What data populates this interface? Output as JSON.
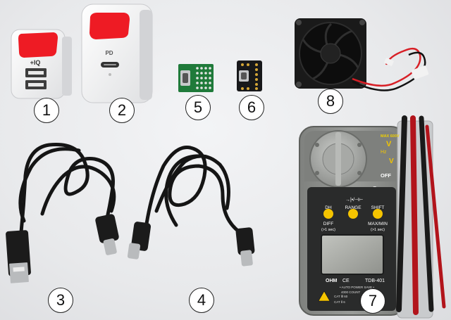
{
  "labels": {
    "item1": "1",
    "item2": "2",
    "item3": "3",
    "item4": "4",
    "item5": "5",
    "item6": "6",
    "item7": "7",
    "item8": "8"
  },
  "charger_small": {
    "brand": "+IQ"
  },
  "charger_pd": {
    "badge": "PD"
  },
  "multimeter": {
    "max_voltage": "MAX 600V",
    "off": "OFF",
    "ohm_symbol": "Ω",
    "hz_symbol": "Hz",
    "dh": "DH",
    "range": "RANGE",
    "shift": "SHIFT",
    "diff": "DIFF",
    "diff_hint": "(>1 sec)",
    "maxmin": "MAX/MIN",
    "maxmin_hint": "(>1 sec)",
    "ce": "CE",
    "brand": "OHM",
    "model": "TDB-401",
    "auto_power": "• AUTO POWER SAVE •",
    "counts": "4000 COUNT",
    "cat1": "CAT Ⅲ 60",
    "cat2": "CAT Ⅱ 6"
  },
  "colors": {
    "red_label": "#ee1b24",
    "cable": "#151515",
    "pcb_green": "#1f7a3a",
    "meter_gray": "#8d8f8c",
    "meter_dark": "#2a2b2b",
    "button_yellow": "#f5c400"
  }
}
